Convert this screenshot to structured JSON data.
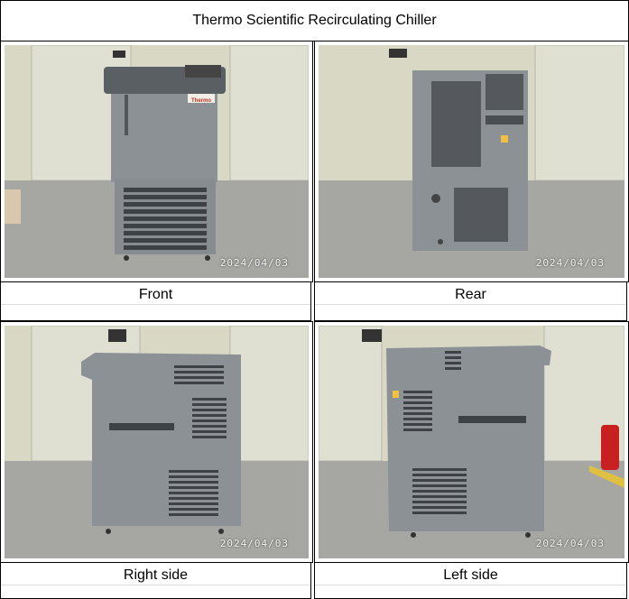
{
  "title": "Thermo Scientific Recirculating Chiller",
  "panels": [
    {
      "caption": "Front",
      "date_stamp": "2024/04/03",
      "logo_text": "Thermo"
    },
    {
      "caption": "Rear",
      "date_stamp": "2024/04/03"
    },
    {
      "caption": "Right side",
      "date_stamp": "2024/04/03"
    },
    {
      "caption": "Left side",
      "date_stamp": "2024/04/03"
    }
  ],
  "colors": {
    "wall": "#dcdcc8",
    "floor": "#a9a9a4",
    "chiller_body": "#8c9196",
    "chiller_dark": "#4f5459",
    "vent": "#3e4246",
    "door": "#e2e2d6"
  }
}
